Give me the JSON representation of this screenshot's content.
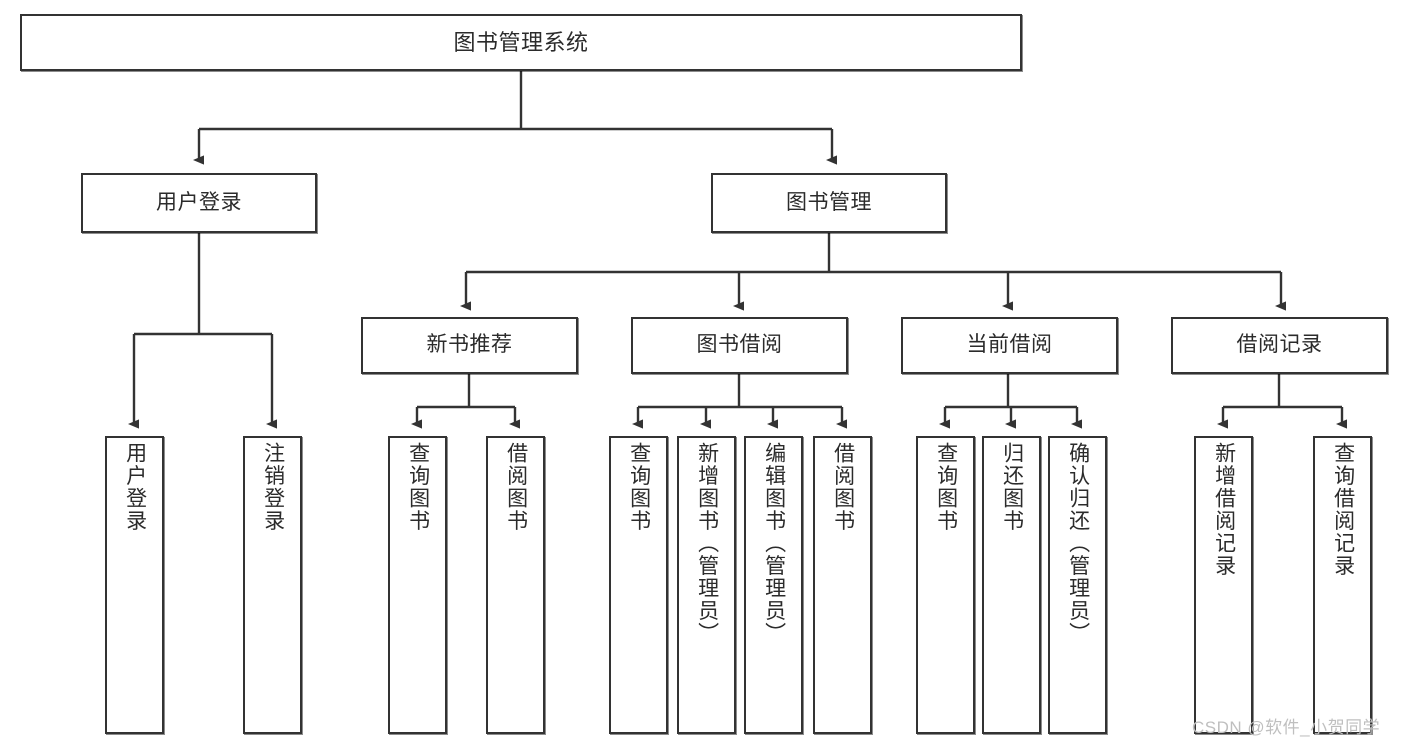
{
  "diagram": {
    "type": "tree-hierarchy-chart",
    "title": "图书管理系统",
    "orientation": "top-down",
    "box_stroke_color": "#333333",
    "box_fill_color": "#ffffff",
    "text_color": "#2b2b2b",
    "connector_color": "#333333"
  },
  "nodes": {
    "root": {
      "label": "图书管理系统",
      "level": 1
    },
    "level2": [
      {
        "id": "user-login",
        "label": "用户登录",
        "level": 2
      },
      {
        "id": "book-management",
        "label": "图书管理",
        "level": 2
      }
    ],
    "level3": [
      {
        "id": "new-book-recommend",
        "label": "新书推荐",
        "level": 3,
        "parent": "book-management"
      },
      {
        "id": "book-borrow",
        "label": "图书借阅",
        "level": 3,
        "parent": "book-management"
      },
      {
        "id": "current-borrow",
        "label": "当前借阅",
        "level": 3,
        "parent": "book-management"
      },
      {
        "id": "borrow-record",
        "label": "借阅记录",
        "level": 3,
        "parent": "book-management"
      }
    ],
    "leaves": [
      {
        "id": "leaf-user-login",
        "label": "用户登录",
        "parent": "user-login"
      },
      {
        "id": "leaf-user-logout",
        "label": "注销登录",
        "parent": "user-login"
      },
      {
        "id": "leaf-query-book-1",
        "label": "查询图书",
        "parent": "new-book-recommend"
      },
      {
        "id": "leaf-borrow-book-1",
        "label": "借阅图书",
        "parent": "new-book-recommend"
      },
      {
        "id": "leaf-query-book-2",
        "label": "查询图书",
        "parent": "book-borrow"
      },
      {
        "id": "leaf-add-book",
        "label": "新增图书（管理员）",
        "parent": "book-borrow"
      },
      {
        "id": "leaf-edit-book",
        "label": "编辑图书（管理员）",
        "parent": "book-borrow"
      },
      {
        "id": "leaf-borrow-book-2",
        "label": "借阅图书",
        "parent": "book-borrow"
      },
      {
        "id": "leaf-query-book-3",
        "label": "查询图书",
        "parent": "current-borrow"
      },
      {
        "id": "leaf-return-book",
        "label": "归还图书",
        "parent": "current-borrow"
      },
      {
        "id": "leaf-confirm-return",
        "label": "确认归还（管理员）",
        "parent": "current-borrow"
      },
      {
        "id": "leaf-add-record",
        "label": "新增借阅记录",
        "parent": "borrow-record"
      },
      {
        "id": "leaf-query-record",
        "label": "查询借阅记录",
        "parent": "borrow-record"
      }
    ]
  },
  "watermark": {
    "text": "CSDN @软件_小贺同学"
  }
}
